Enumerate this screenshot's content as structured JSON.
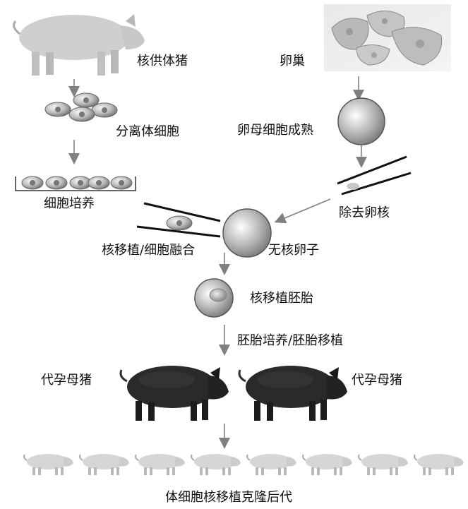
{
  "labels": {
    "donor_pig": "核供体猪",
    "ovary": "卵巢",
    "isolated_cells": "分离体细胞",
    "oocyte_maturation": "卵母细胞成熟",
    "cell_culture": "细胞培养",
    "enucleation": "除去卵核",
    "nuclear_transfer_fusion": "核移植/细胞融合",
    "enucleated_egg": "无核卵子",
    "nt_embryo": "核移植胚胎",
    "embryo_culture_transfer": "胚胎培养/胚胎移植",
    "surrogate_left": "代孕母猪",
    "surrogate_right": "代孕母猪",
    "offspring": "体细胞核移植克隆后代"
  },
  "colors": {
    "arrow": "#808080",
    "cell_light": "#f0f0f0",
    "cell_dark": "#777777",
    "donor_pig": "#cfcfcf",
    "surrogate_pig": "#2a2a2a",
    "offspring_pig": "#d6d6d6"
  },
  "icons": {
    "donor_pig": "white-pig-icon",
    "ovary": "ovary-photo",
    "surrogate": "black-pig-icon",
    "offspring": "piglet-icon"
  },
  "offspring_count": 8
}
